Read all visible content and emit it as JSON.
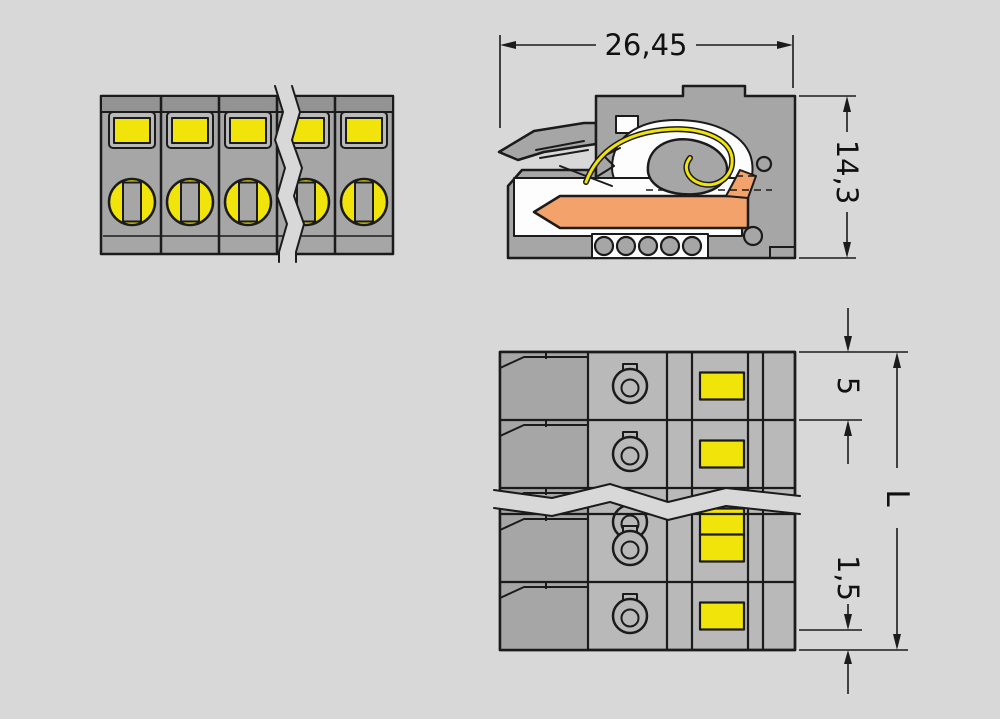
{
  "dimensions": {
    "width": "26,45",
    "height": "14,3",
    "pitch": "5",
    "length": "L",
    "offset": "1,5"
  },
  "colors": {
    "background": "#d8d8d8",
    "body-gray": "#a6a6a6",
    "light-gray": "#b9b9b9",
    "dark-gray": "#939393",
    "yellow": "#f1e40b",
    "orange": "#f3a26b",
    "outline": "#1b1b1b",
    "white": "#fdfdfd"
  }
}
